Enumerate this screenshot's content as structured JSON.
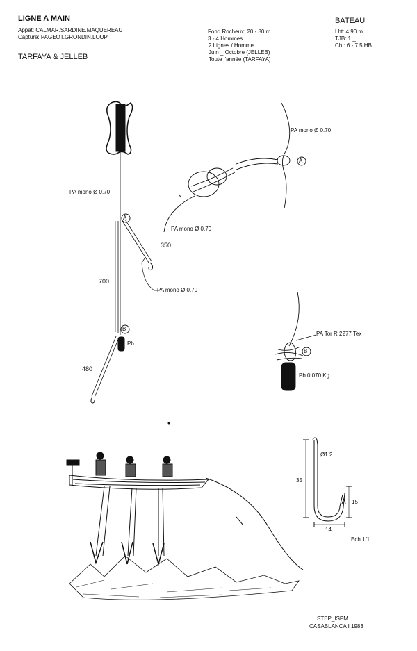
{
  "header": {
    "title": "LIGNE A MAIN",
    "bait": "Appât: CALMAR.SARDINE.MAQUEREAU",
    "catch": "Capture: PAGEOT.GRONDIN.LOUP",
    "location": "TARFAYA & JELLEB"
  },
  "conditions": {
    "lines": [
      "Fond Rocheux: 20 - 80 m",
      "3 - 4 Hommes",
      "2 Lignes / Homme",
      "Juin _ Octobre (JELLEB)",
      "Toute l'année (TARFAYA)"
    ]
  },
  "boat": {
    "title": "BATEAU",
    "lines": [
      "Lht: 4.90 m",
      "TJB: 1 _",
      "Ch : 6 - 7.5 HB"
    ]
  },
  "rig": {
    "mainline_label": "PA mono Ø 0.70",
    "branch_label": "PA mono Ø 0.70",
    "point_a": "A",
    "point_b": "B",
    "len_a": "350",
    "len_main": "700",
    "len_b": "480",
    "sinker": "Pb"
  },
  "knot_detail": {
    "upper_label": "PA mono Ø 0.70",
    "lower_label": "PA mono Ø 0.70",
    "point": "A"
  },
  "sinker_detail": {
    "twine_label": "PA Tor R 2277 Tex",
    "point": "B",
    "weight_label": "Pb 0.070 Kg"
  },
  "hook": {
    "diameter": "Ø1.2",
    "length": "35",
    "gape_height": "15",
    "width": "14",
    "scale": "Ech 1/1"
  },
  "footer": {
    "org": "STEP_ISPM",
    "place_date": "CASABLANCA I 1983"
  }
}
